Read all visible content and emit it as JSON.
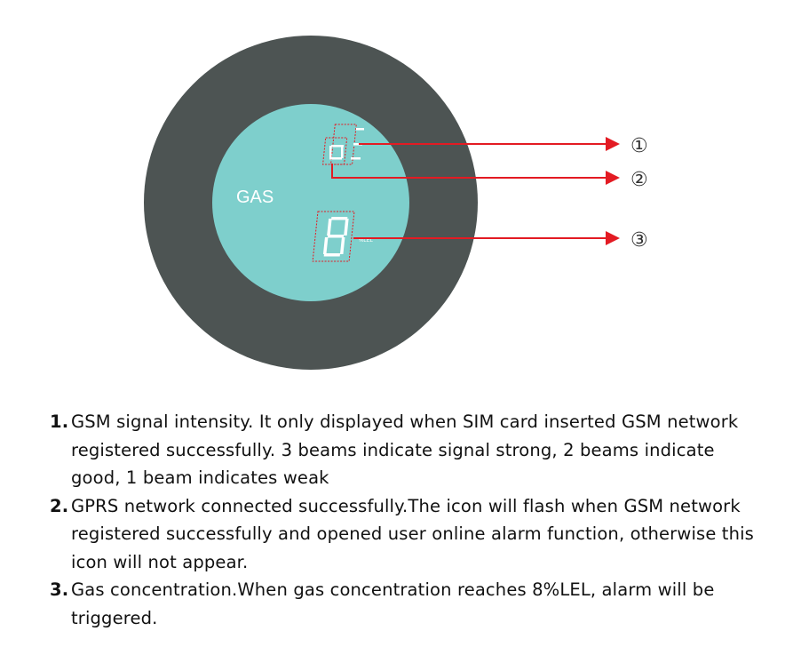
{
  "display": {
    "gas_label": "GAS",
    "unit_label": "%LEL",
    "gprs_digit": "0",
    "gas_digit": "8"
  },
  "callouts": [
    {
      "label": "①"
    },
    {
      "label": "②"
    },
    {
      "label": "③"
    }
  ],
  "colors": {
    "bezel": "#4d5453",
    "screen": "#7ecfcc",
    "callout_line": "#e31b23",
    "segment": "#ffffff"
  },
  "notes": [
    {
      "number": "1.",
      "text": "GSM signal intensity. It only displayed when SIM card inserted GSM network registered successfully. 3 beams indicate signal strong, 2 beams indicate good, 1 beam indicates weak"
    },
    {
      "number": "2.",
      "text": "GPRS network connected successfully.The icon will flash when GSM network registered successfully and opened user online alarm function, otherwise this icon will not appear."
    },
    {
      "number": "3.",
      "text": "Gas concentration.When gas concentration reaches 8%LEL, alarm will be triggered."
    }
  ]
}
